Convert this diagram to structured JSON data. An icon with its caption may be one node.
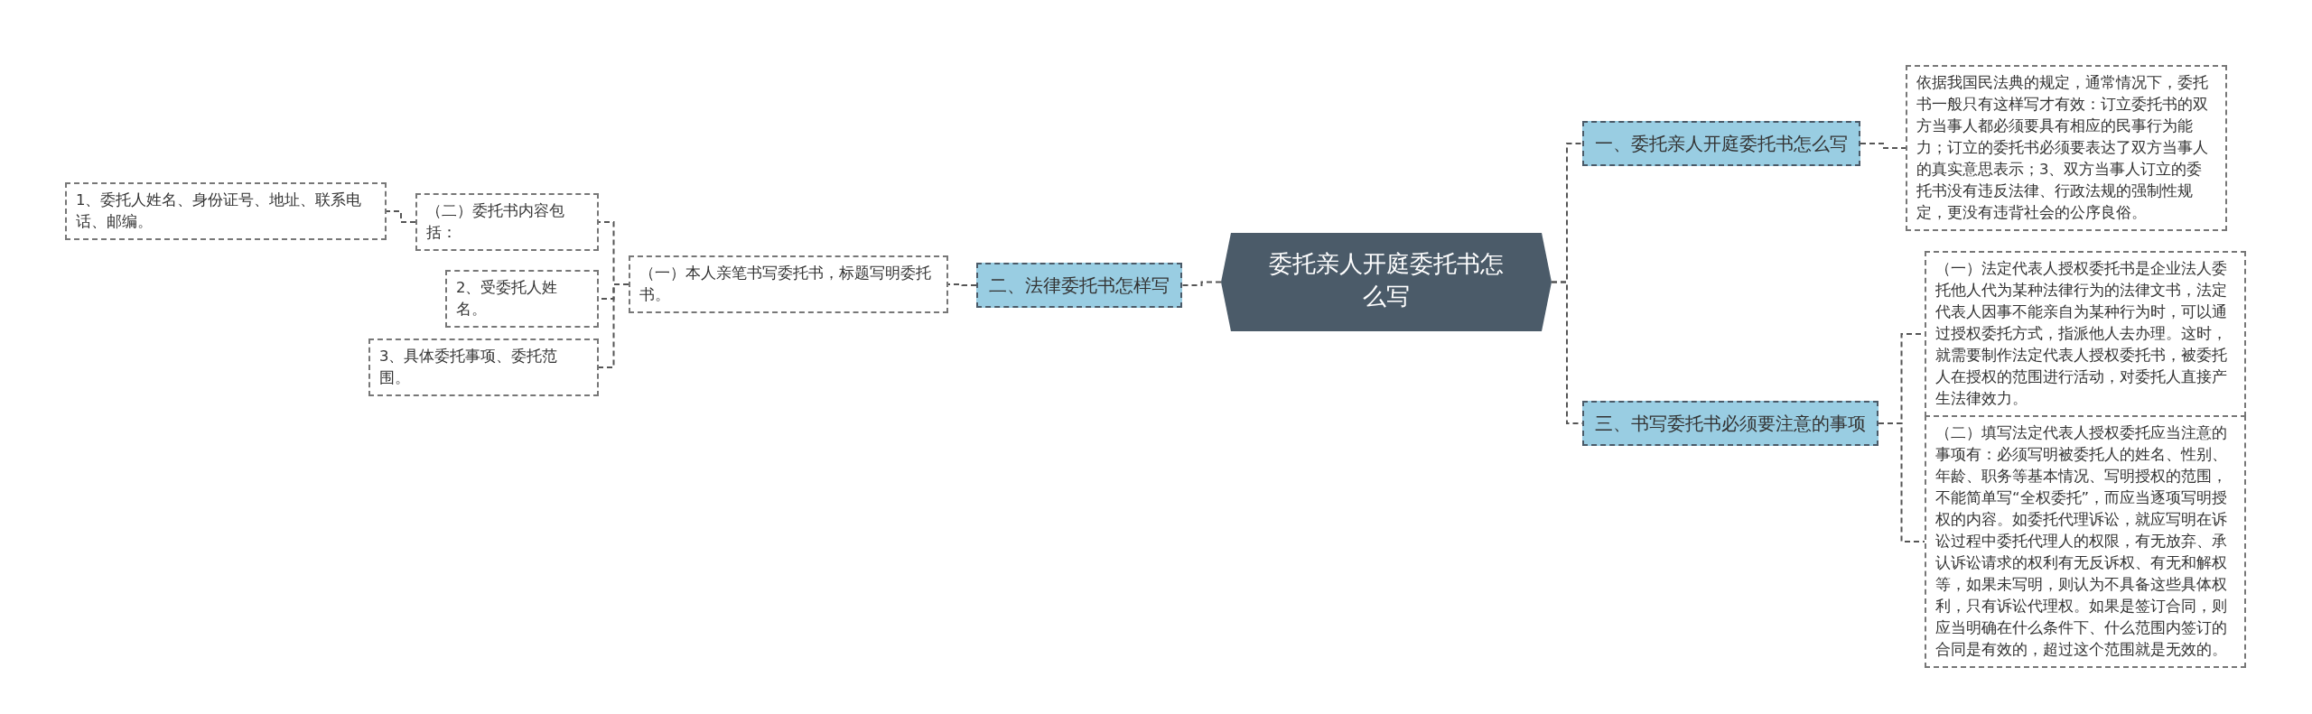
{
  "diagram": {
    "nodes": [
      {
        "text": [
          "委托亲人开庭委托书怎么写"
        ]
      },
      {
        "text": [
          "一、委托亲人开庭委托书怎么写"
        ]
      },
      {
        "text": [
          "依据我国民法典的规定，通常情况下，委托书一般只有这样写才有效：订立委托书的双方当事人都必须要具有相应的民事行为能力；订立的委托书必须要表达了双方当事人的真实意思表示；3、双方当事人订立的委托书没有违反法律、行政法规的强制性规定，更没有违背社会的公序良俗。"
        ]
      },
      {
        "text": [
          "二、法律委托书怎样写"
        ]
      },
      {
        "text": [
          "（一）本人亲笔书写委托书，标题写明委托书。"
        ]
      },
      {
        "text": [
          "（二）委托书内容包括："
        ]
      },
      {
        "text": [
          "1、委托人姓名、身份证号、地址、联系电话、邮编。"
        ]
      },
      {
        "text": [
          "2、受委托人姓名。"
        ]
      },
      {
        "text": [
          "3、具体委托事项、委托范围。"
        ]
      },
      {
        "text": [
          "三、书写委托书必须要注意的事项"
        ]
      },
      {
        "text": [
          "（一）法定代表人授权委托书是企业法人委托他人代为某种法律行为的法律文书，法定代表人因事不能亲自为某种行为时，可以通过授权委托方式，指派他人去办理。这时，就需要制作法定代表人授权委托书，被委托人在授权的范围进行活动，对委托人直接产生法律效力。"
        ]
      },
      {
        "text": [
          "（二）填写法定代表人授权委托应当注意的事项有：必须写明被委托人的姓名、性别、年龄、职务等基本情况、写明授权的范围，不能简单写“全权委托”，而应当逐项写明授权的内容。如委托代理诉讼，就应写明在诉讼过程中委托代理人的权限，有无放弃、承认诉讼请求的权利有无反诉权、有无和解权等，如果未写明，则认为不具备这些具体权利，只有诉讼代理权。如果是签订合同，则应当明确在什么条件下、什么范围内签订的合同是有效的，超过这个范围就是无效的。"
        ]
      }
    ],
    "edges": [
      {
        "from": 0,
        "to": 1,
        "arrow": "none",
        "style": "dashed"
      },
      {
        "from": 1,
        "to": 2,
        "arrow": "none",
        "style": "dashed"
      },
      {
        "from": 0,
        "to": 3,
        "arrow": "none",
        "style": "dashed"
      },
      {
        "from": 3,
        "to": 4,
        "arrow": "none",
        "style": "dashed"
      },
      {
        "from": 4,
        "to": 5,
        "arrow": "none",
        "style": "dashed"
      },
      {
        "from": 5,
        "to": 6,
        "arrow": "none",
        "style": "dashed"
      },
      {
        "from": 4,
        "to": 7,
        "arrow": "none",
        "style": "dashed"
      },
      {
        "from": 4,
        "to": 8,
        "arrow": "none",
        "style": "dashed"
      },
      {
        "from": 0,
        "to": 9,
        "arrow": "none",
        "style": "dashed"
      },
      {
        "from": 9,
        "to": 10,
        "arrow": "none",
        "style": "dashed"
      },
      {
        "from": 9,
        "to": 11,
        "arrow": "none",
        "style": "dashed"
      }
    ]
  }
}
